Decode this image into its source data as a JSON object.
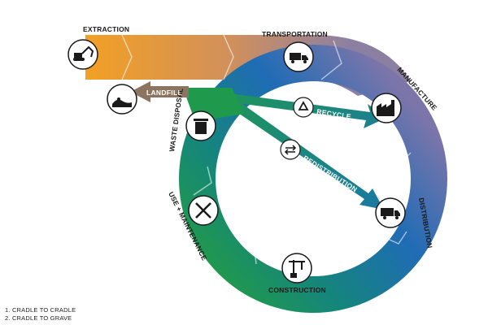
{
  "stages": {
    "extraction": "EXTRACTION",
    "transportation": "TRANSPORTATION",
    "manufacture": "MANUFACTURE",
    "distribution": "DISTRIBUTION",
    "construction": "CONSTRUCTION",
    "use_maintenance": "USE + MAINTENANCE",
    "waste_disposal": "WASTE DISPOSAL"
  },
  "arrows": {
    "landfill": "LANDFILL",
    "recycle": "RECYCLE",
    "redistribution": "REDISTRIBUTION"
  },
  "icons": {
    "extraction": "excavator-icon",
    "transportation": "truck-icon",
    "manufacture": "factory-icon",
    "distribution": "truck-icon",
    "construction": "crane-icon",
    "use_maintenance": "tools-icon",
    "waste_disposal": "trash-icon",
    "landfill": "landfill-icon",
    "recycle": "recycle-icon",
    "redistribution": "swap-arrows-icon"
  },
  "colors": {
    "orange": "#f2a024",
    "brown": "#8b7f6e",
    "purple": "#8b80a8",
    "blue": "#1d6cb3",
    "teal": "#15867a",
    "green": "#1f9a4c",
    "landfill_arrow": "#8b7560"
  },
  "notes": [
    "1. CRADLE TO CRADLE",
    "2. CRADLE TO GRAVE"
  ]
}
